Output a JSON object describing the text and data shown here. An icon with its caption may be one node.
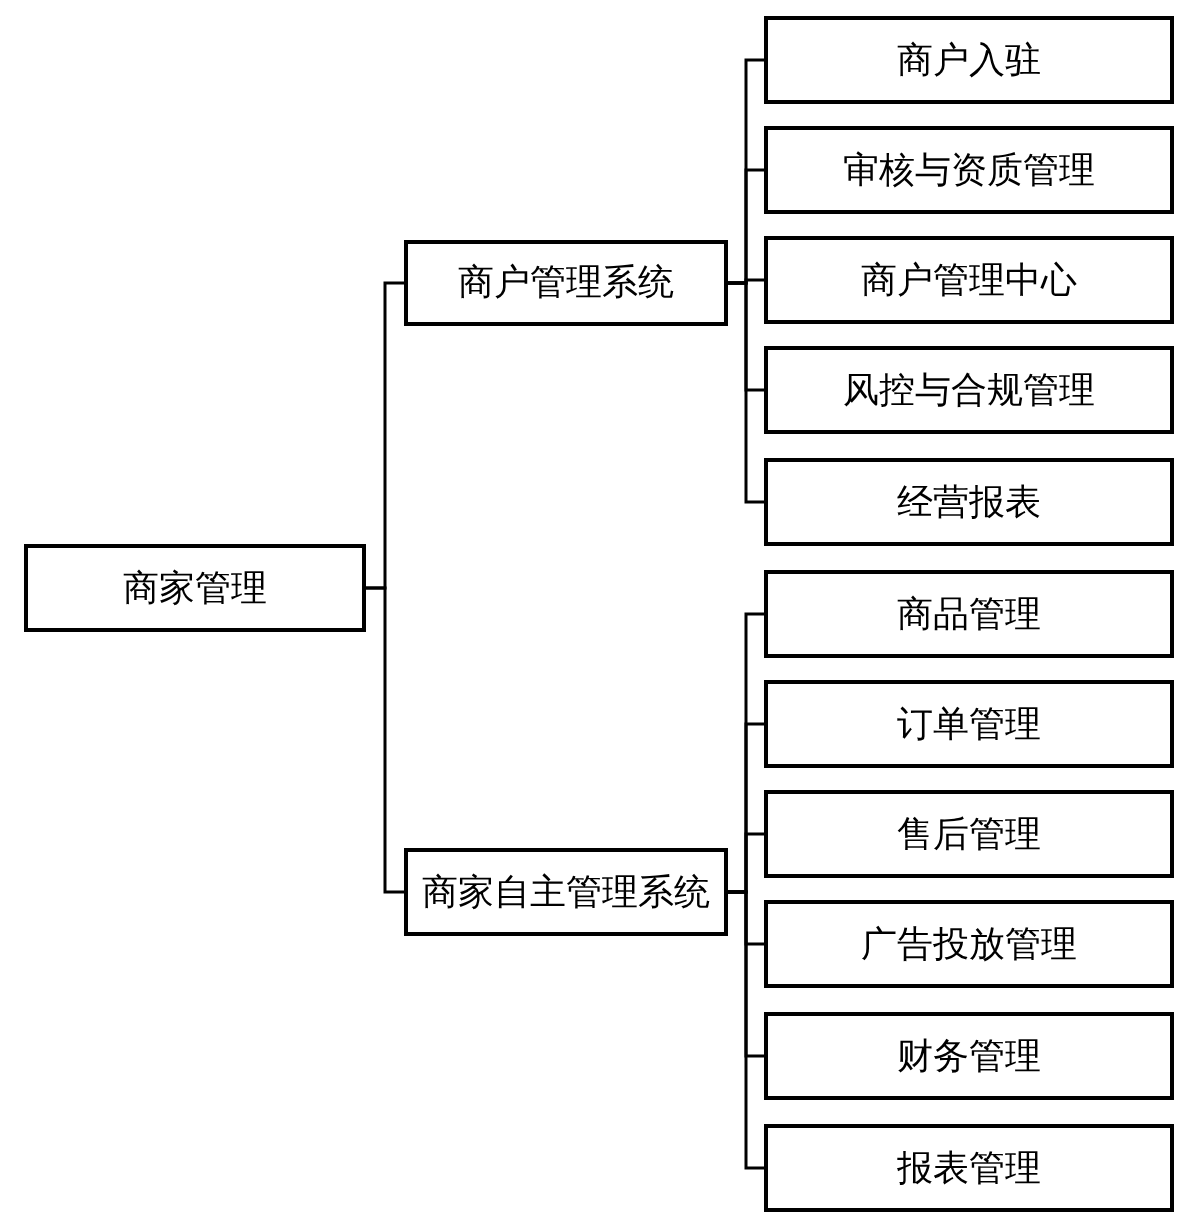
{
  "diagram": {
    "nodes": [
      {
        "text": [
          "商家管理"
        ]
      },
      {
        "text": [
          "商户管理系统"
        ]
      },
      {
        "text": [
          "商户入驻"
        ]
      },
      {
        "text": [
          "审核与资质管理"
        ]
      },
      {
        "text": [
          "商户管理中心"
        ]
      },
      {
        "text": [
          "风控与合规管理"
        ]
      },
      {
        "text": [
          "经营报表"
        ]
      },
      {
        "text": [
          "商家自主管理系统"
        ]
      },
      {
        "text": [
          "商品管理"
        ]
      },
      {
        "text": [
          "订单管理"
        ]
      },
      {
        "text": [
          "售后管理"
        ]
      },
      {
        "text": [
          "广告投放管理"
        ]
      },
      {
        "text": [
          "财务管理"
        ]
      },
      {
        "text": [
          "报表管理"
        ]
      }
    ],
    "edges": [
      {
        "from": 0,
        "to": 1,
        "arrow": "none"
      },
      {
        "from": 0,
        "to": 7,
        "arrow": "none"
      },
      {
        "from": 1,
        "to": 2,
        "arrow": "none"
      },
      {
        "from": 1,
        "to": 3,
        "arrow": "none"
      },
      {
        "from": 1,
        "to": 4,
        "arrow": "none"
      },
      {
        "from": 1,
        "to": 5,
        "arrow": "none"
      },
      {
        "from": 1,
        "to": 6,
        "arrow": "none"
      },
      {
        "from": 7,
        "to": 8,
        "arrow": "none"
      },
      {
        "from": 7,
        "to": 9,
        "arrow": "none"
      },
      {
        "from": 7,
        "to": 10,
        "arrow": "none"
      },
      {
        "from": 7,
        "to": 11,
        "arrow": "none"
      },
      {
        "from": 7,
        "to": 12,
        "arrow": "none"
      },
      {
        "from": 7,
        "to": 13,
        "arrow": "none"
      }
    ]
  }
}
